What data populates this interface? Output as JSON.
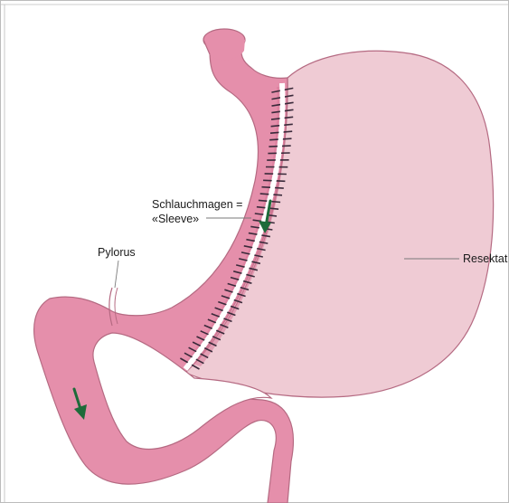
{
  "labels": {
    "sleeve_line1": "Schlauchmagen =",
    "sleeve_line2": "«Sleeve»",
    "pylorus": "Pylorus",
    "resektat": "Resektat"
  },
  "colors": {
    "sleeve_fill": "#e58fab",
    "sleeve_shade": "#d97a99",
    "resected_fill": "#efcbd4",
    "outline": "#b56a82",
    "staple": "#3a2a3a",
    "arrow": "#1e6b3a",
    "frame": "#bcbcbc"
  }
}
